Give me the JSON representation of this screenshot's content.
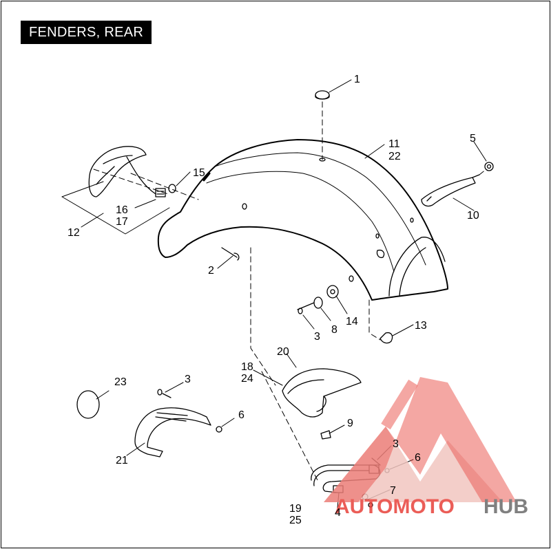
{
  "title": "FENDERS, REAR",
  "callouts": [
    {
      "id": "c1",
      "text": "1"
    },
    {
      "id": "c11",
      "text": "11"
    },
    {
      "id": "c22",
      "text": "22"
    },
    {
      "id": "c5",
      "text": "5"
    },
    {
      "id": "c10",
      "text": "10"
    },
    {
      "id": "c15",
      "text": "15"
    },
    {
      "id": "c16",
      "text": "16"
    },
    {
      "id": "c17",
      "text": "17"
    },
    {
      "id": "c12",
      "text": "12"
    },
    {
      "id": "c2",
      "text": "2"
    },
    {
      "id": "c3a",
      "text": "3"
    },
    {
      "id": "c8",
      "text": "8"
    },
    {
      "id": "c14",
      "text": "14"
    },
    {
      "id": "c13",
      "text": "13"
    },
    {
      "id": "c20",
      "text": "20"
    },
    {
      "id": "c18",
      "text": "18"
    },
    {
      "id": "c24",
      "text": "24"
    },
    {
      "id": "c23",
      "text": "23"
    },
    {
      "id": "c3b",
      "text": "3"
    },
    {
      "id": "c6a",
      "text": "6"
    },
    {
      "id": "c21",
      "text": "21"
    },
    {
      "id": "c9",
      "text": "9"
    },
    {
      "id": "c3c",
      "text": "3"
    },
    {
      "id": "c6b",
      "text": "6"
    },
    {
      "id": "c7",
      "text": "7"
    },
    {
      "id": "c19",
      "text": "19"
    },
    {
      "id": "c25",
      "text": "25"
    },
    {
      "id": "c4",
      "text": "4"
    }
  ],
  "watermark": {
    "part1": "AUTOMOTO",
    "part2": "HUB",
    "color_primary": "#e8413a",
    "color_secondary": "#f2c6c0",
    "color_text2": "#6b6b6b"
  }
}
